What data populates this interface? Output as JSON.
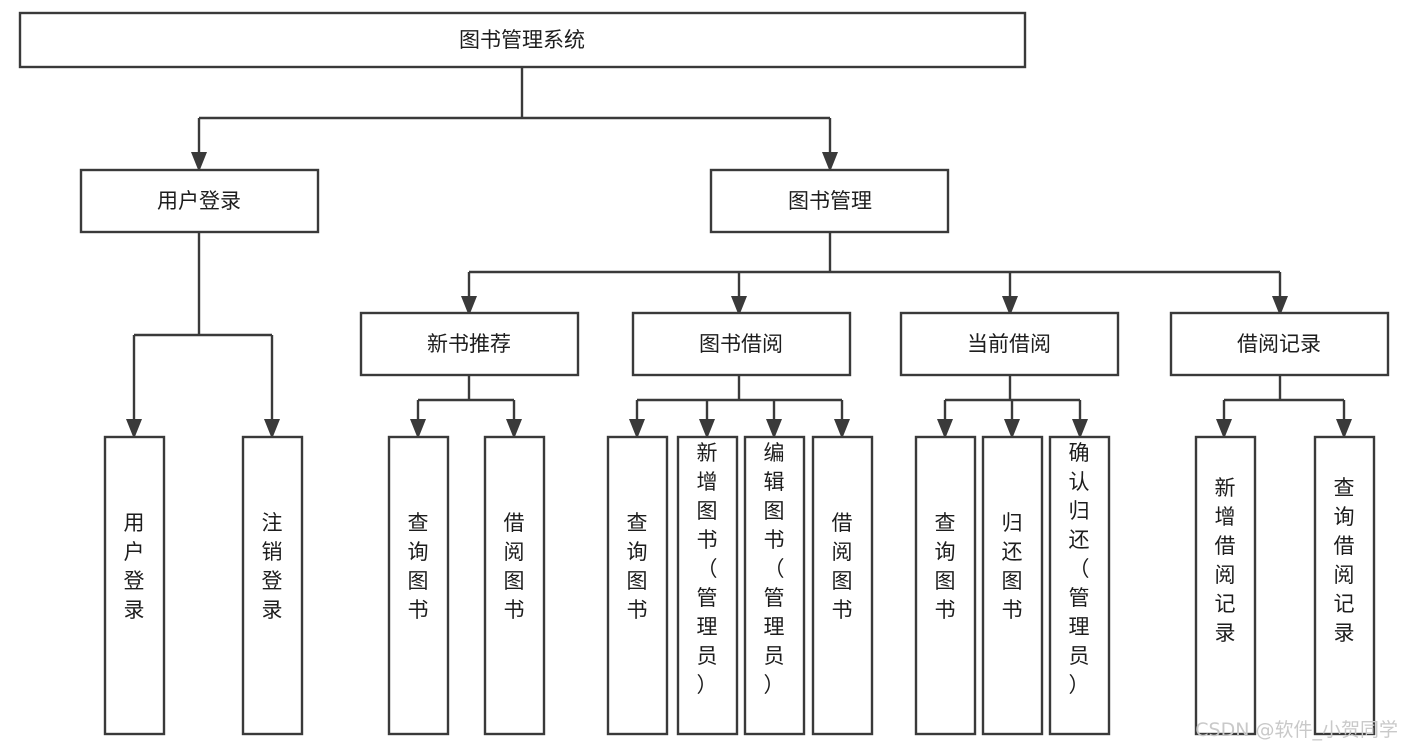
{
  "diagram": {
    "type": "hierarchy-tree",
    "title": "图书管理系统",
    "orientation": "top-down",
    "colors": {
      "box_stroke": "#3a3a3a",
      "box_fill": "#ffffff",
      "connector": "#3a3a3a",
      "text": "#1d1d1d",
      "watermark": "#c9c9c9",
      "background": "#ffffff"
    }
  },
  "root": {
    "label": "图书管理系统"
  },
  "level2": [
    {
      "label": "用户登录"
    },
    {
      "label": "图书管理"
    }
  ],
  "level3": [
    {
      "label": "新书推荐"
    },
    {
      "label": "图书借阅"
    },
    {
      "label": "当前借阅"
    },
    {
      "label": "借阅记录"
    }
  ],
  "leaves": {
    "user_login": [
      {
        "label": "用户登录",
        "lines": [
          "用",
          "户",
          "登",
          "录"
        ]
      },
      {
        "label": "注销登录",
        "lines": [
          "注",
          "销",
          "登",
          "录"
        ]
      }
    ],
    "new_book_recommend": [
      {
        "label": "查询图书",
        "lines": [
          "查",
          "询",
          "图",
          "书"
        ]
      },
      {
        "label": "借阅图书",
        "lines": [
          "借",
          "阅",
          "图",
          "书"
        ]
      }
    ],
    "book_borrow": [
      {
        "label": "查询图书",
        "lines": [
          "查",
          "询",
          "图",
          "书"
        ]
      },
      {
        "label": "新增图书（管理员）",
        "lines": [
          "新",
          "增",
          "图",
          "书",
          "（",
          "管",
          "理",
          "员",
          "）"
        ]
      },
      {
        "label": "编辑图书（管理员）",
        "lines": [
          "编",
          "辑",
          "图",
          "书",
          "（",
          "管",
          "理",
          "员",
          "）"
        ]
      },
      {
        "label": "借阅图书",
        "lines": [
          "借",
          "阅",
          "图",
          "书"
        ]
      }
    ],
    "current_borrow": [
      {
        "label": "查询图书",
        "lines": [
          "查",
          "询",
          "图",
          "书"
        ]
      },
      {
        "label": "归还图书",
        "lines": [
          "归",
          "还",
          "图",
          "书"
        ]
      },
      {
        "label": "确认归还（管理员）",
        "lines": [
          "确",
          "认",
          "归",
          "还",
          "（",
          "管",
          "理",
          "员",
          "）"
        ]
      }
    ],
    "borrow_record": [
      {
        "label": "新增借阅记录",
        "lines": [
          "新",
          "增",
          "借",
          "阅",
          "记",
          "录"
        ]
      },
      {
        "label": "查询借阅记录",
        "lines": [
          "查",
          "询",
          "借",
          "阅",
          "记",
          "录"
        ]
      }
    ]
  },
  "watermark": {
    "text": "CSDN @软件_小贺同学"
  }
}
